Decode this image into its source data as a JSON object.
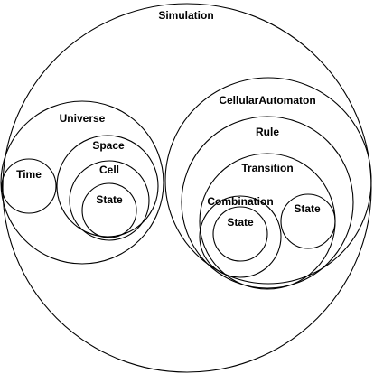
{
  "nodes": {
    "simulation": "Simulation",
    "universe": "Universe",
    "time": "Time",
    "space": "Space",
    "cell": "Cell",
    "universe_state": "State",
    "cellular_automaton": "CellularAutomaton",
    "rule": "Rule",
    "transition": "Transition",
    "combination": "Combination",
    "combination_state": "State",
    "transition_state": "State"
  },
  "colors": {
    "stroke": "#000000",
    "background": "#ffffff"
  }
}
